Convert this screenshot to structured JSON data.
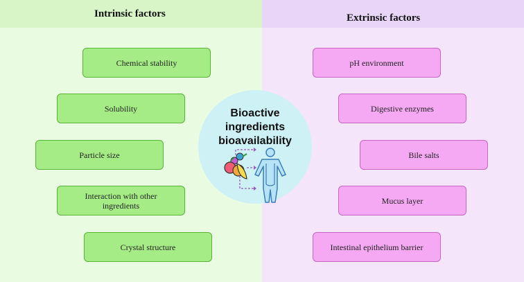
{
  "intrinsic": {
    "title": "Intrinsic factors",
    "items": [
      "Chemical stability",
      "Solubility",
      "Particle size",
      "Interaction with other ingredients",
      "Crystal structure"
    ]
  },
  "extrinsic": {
    "title": "Extrinsic factors",
    "items": [
      "pH environment",
      "Digestive enzymes",
      "Bile salts",
      "Mucus layer",
      "Intestinal epithelium barrier"
    ]
  },
  "center": {
    "title": "Bioactive ingredients bioavailability",
    "icon": "fruit-and-human-body-icon"
  },
  "colors": {
    "left_panel": "#e9fbe0",
    "right_panel": "#f4e5fb",
    "green_box": "#a6ec86",
    "pink_box": "#f5a9f3",
    "circle": "#cdf1f5"
  }
}
